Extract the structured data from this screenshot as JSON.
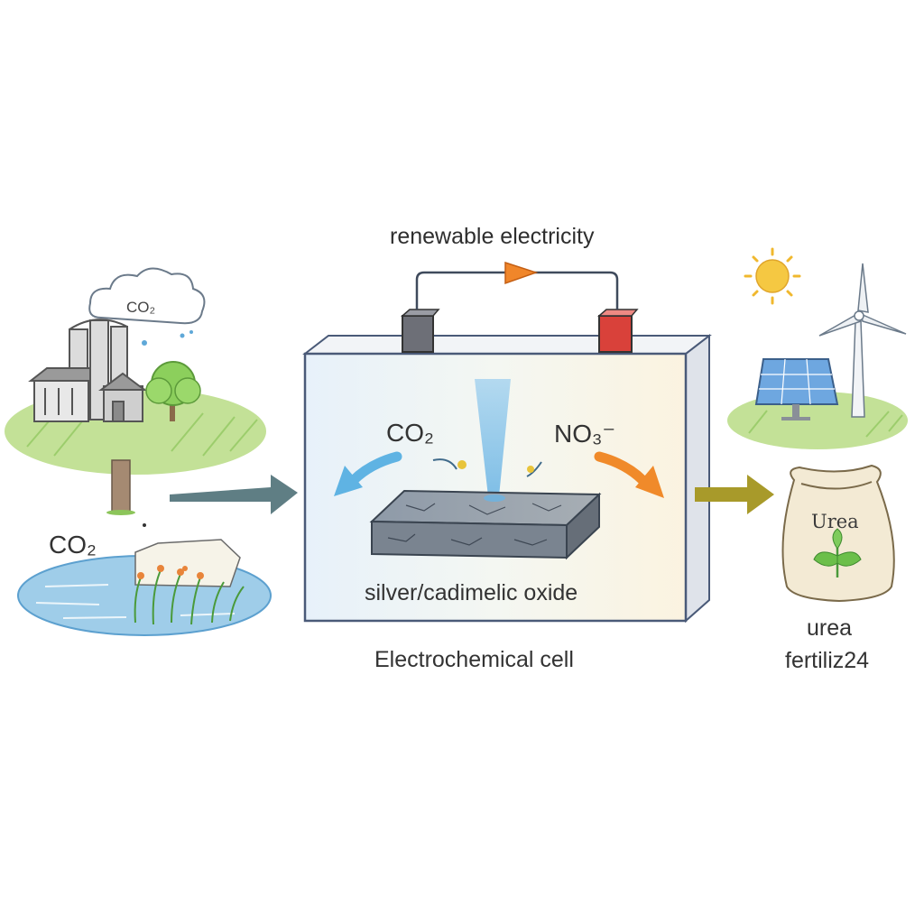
{
  "labels": {
    "power": "renewable electricity",
    "co2_inlet": "CO₂",
    "nitrate_inlet": "NO₃⁻",
    "catalyst": "silver/cadimelic oxide",
    "cell": "Electrochemical cell",
    "cloud": "CO₂",
    "co2_source": "CO₂",
    "bag_label": "Urea",
    "product_line1": "urea",
    "product_line2": "fertiliz24"
  },
  "colors": {
    "cell_edge": "#4a5a78",
    "neg_terminal": "#6d6f77",
    "pos_terminal": "#d9413a",
    "current_arrow": "#f0862a",
    "co2_arrow": "#5fb3e3",
    "nitrate_arrow": "#f08a2a",
    "inflow_arrow": "#5f7e84",
    "outflow_arrow": "#a89a2a",
    "grass": "#a9d46e",
    "water": "#8fc4e6",
    "sun": "#f5c842"
  },
  "icons": [
    "factory-icon",
    "cloud-icon",
    "tree-icon",
    "wetland-icon",
    "sun-icon",
    "solar-panel-icon",
    "wind-turbine-icon",
    "fertilizer-bag-icon",
    "leaf-icon"
  ]
}
